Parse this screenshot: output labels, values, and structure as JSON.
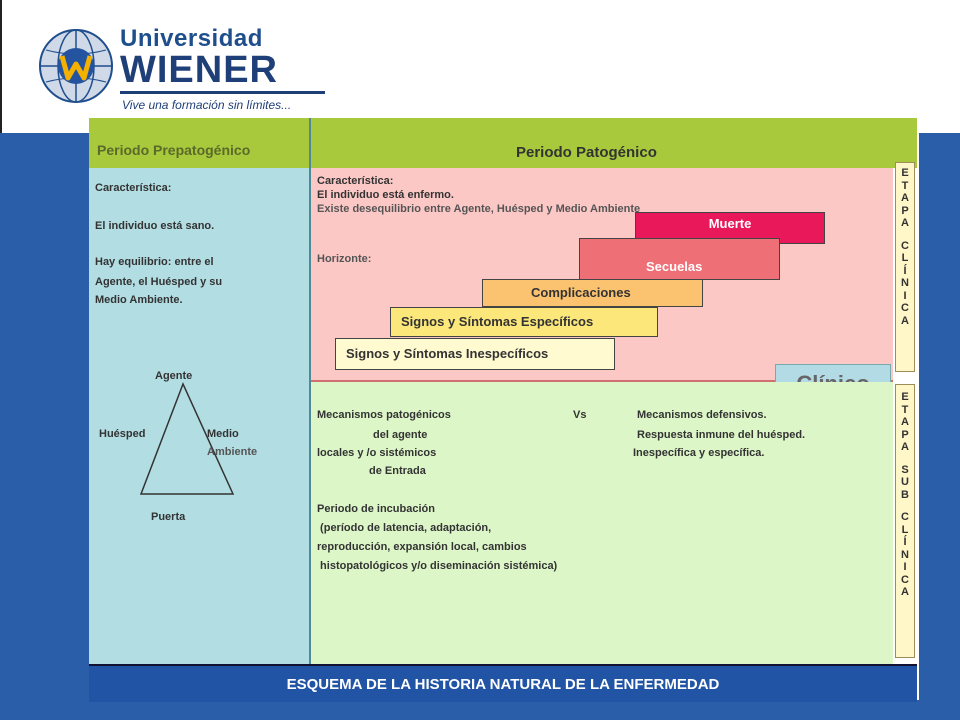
{
  "logo": {
    "line1": "Universidad",
    "line2": "WIENER",
    "tagline": "Vive una formación sin límites..."
  },
  "prepatogenico": {
    "title": "Periodo Prepatogénico",
    "caracteristica": "Característica:",
    "sano": "El individuo está sano.",
    "equilibrio": [
      "Hay equilibrio: entre el",
      "Agente, el Huésped y su",
      "Medio Ambiente."
    ],
    "triangle": {
      "agente": "Agente",
      "huesped": "Huésped",
      "medio": "Medio",
      "ambiente": "Ambiente",
      "puerta": "Puerta"
    }
  },
  "patogenico": {
    "title": "Periodo Patogénico",
    "caracteristica": "Característica:",
    "enfermo": "El individuo está enfermo.",
    "desequilibrio": "Existe desequilibrio entre Agente, Huésped y Medio Ambiente",
    "horizonte": "Horizonte:",
    "steps": [
      "Muerte",
      "Secuelas",
      "Complicaciones",
      "Signos y Síntomas Específicos",
      "Signos y Síntomas Inespecíficos"
    ],
    "clinico": "Clínico",
    "mecanismos": {
      "row1_left": "Mecanismos   patogénicos",
      "row1_vs": "Vs",
      "row1_right": "Mecanismos   defensivos.",
      "row2_left": "del agente",
      "row2_right": "Respuesta inmune del huésped.",
      "row3_left": "locales y /o sistémicos",
      "row3_right": "Inespecífica y específica.",
      "row4_left": "de Entrada"
    },
    "incubacion": [
      "Periodo de incubación",
      " (período de latencia, adaptación,",
      "reproducción, expansión local, cambios",
      " histopatológicos y/o diseminación sistémica)"
    ]
  },
  "etapa_clinica": [
    "E",
    "T",
    "A",
    "P",
    "A",
    "",
    "C",
    "L",
    "Í",
    "N",
    "I",
    "C",
    "A"
  ],
  "etapa_subclinica": [
    "E",
    "T",
    "A",
    "P",
    "A",
    "",
    "S",
    "U",
    "B",
    "",
    "C",
    "L",
    "Í",
    "N",
    "I",
    "C",
    "A"
  ],
  "footer": "ESQUEMA DE LA HISTORIA NATURAL DE LA ENFERMEDAD",
  "colors": {
    "background": "#2a5ea8",
    "header_green": "#a8c93c",
    "pre_blue": "#b2dde3",
    "top_pink": "#fbc8c6",
    "bottom_green": "#dcf6c8",
    "muerte": "#e8185a",
    "secuelas": "#ef6f76",
    "complicaciones": "#fbc270",
    "especificos": "#fbe77a",
    "inespecificos": "#fffad0",
    "footer": "#2154a5"
  }
}
